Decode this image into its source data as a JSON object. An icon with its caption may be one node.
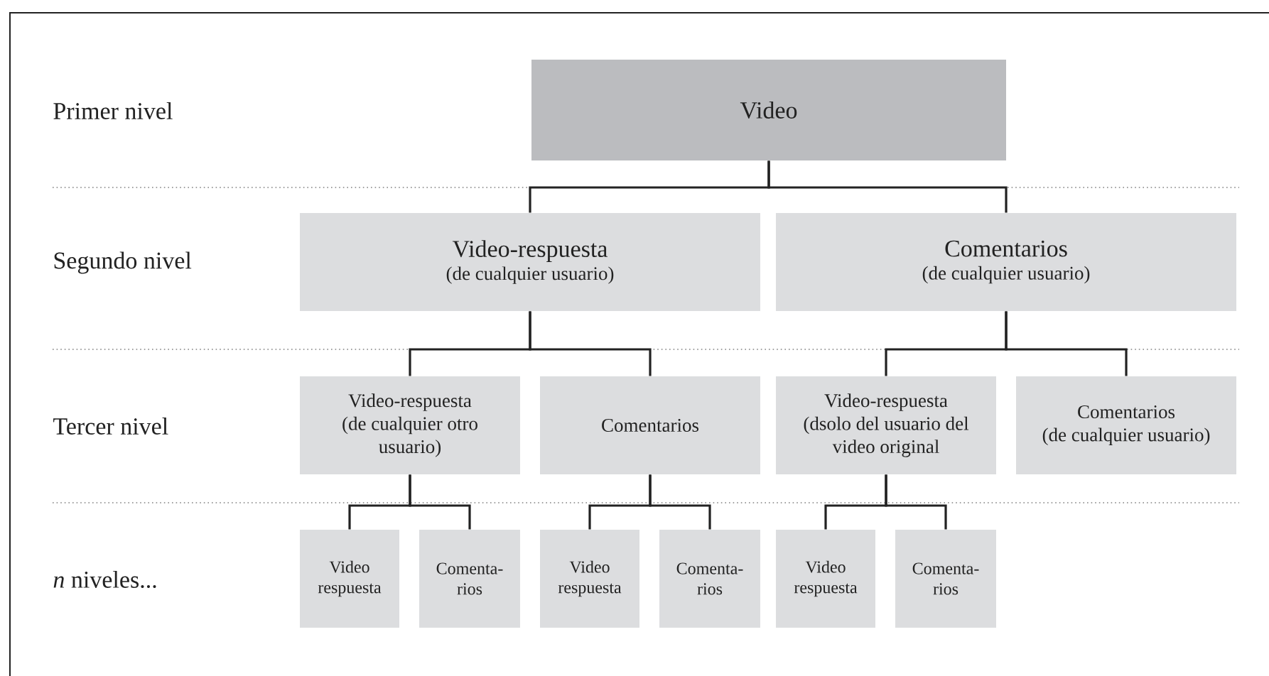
{
  "diagram": {
    "nodes": [
      {
        "text": [
          "Video"
        ]
      },
      {
        "text": [
          "Video-respuesta",
          "(de cualquier usuario)"
        ]
      },
      {
        "text": [
          "Comentarios",
          "(de cualquier usuario)"
        ]
      },
      {
        "text": [
          "Video-respuesta",
          "(de cualquier otro usuario)"
        ]
      },
      {
        "text": [
          "Comentarios"
        ]
      },
      {
        "text": [
          "Video-respuesta",
          "(dsolo del usuario del video original"
        ]
      },
      {
        "text": [
          "Comentarios",
          "(de cualquier usuario)"
        ]
      },
      {
        "text": [
          "Video respuesta"
        ]
      },
      {
        "text": [
          "Comenta- rios"
        ]
      },
      {
        "text": [
          "Video respuesta"
        ]
      },
      {
        "text": [
          "Comenta- rios"
        ]
      },
      {
        "text": [
          "Video respuesta"
        ]
      },
      {
        "text": [
          "Comenta- rios"
        ]
      }
    ],
    "edges": [
      {
        "from": 0,
        "to": 1,
        "arrow": "none"
      },
      {
        "from": 0,
        "to": 2,
        "arrow": "none"
      },
      {
        "from": 1,
        "to": 3,
        "arrow": "none"
      },
      {
        "from": 1,
        "to": 4,
        "arrow": "none"
      },
      {
        "from": 2,
        "to": 5,
        "arrow": "none"
      },
      {
        "from": 2,
        "to": 6,
        "arrow": "none"
      },
      {
        "from": 3,
        "to": 7,
        "arrow": "none"
      },
      {
        "from": 3,
        "to": 8,
        "arrow": "none"
      },
      {
        "from": 4,
        "to": 9,
        "arrow": "none"
      },
      {
        "from": 4,
        "to": 10,
        "arrow": "none"
      },
      {
        "from": 5,
        "to": 11,
        "arrow": "none"
      },
      {
        "from": 5,
        "to": 12,
        "arrow": "none"
      }
    ],
    "labels": [
      "Primer nivel",
      "Segundo nivel",
      "Tercer nivel",
      "*n* niveles..."
    ]
  }
}
